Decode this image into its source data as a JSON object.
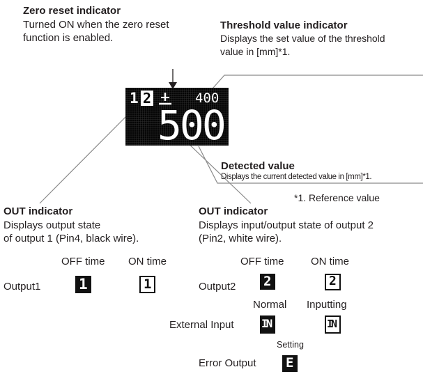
{
  "zero_reset": {
    "title": "Zero reset indicator",
    "desc_line1": "Turned ON when the zero reset",
    "desc_line2": "function is enabled."
  },
  "threshold": {
    "title": "Threshold value indicator",
    "desc_line1": "Displays the set value of the threshold",
    "desc_line2": "value in [mm]*1."
  },
  "display": {
    "out1_digit": "1",
    "out2_digit": "2",
    "threshold_value": "400",
    "detected_value": "500"
  },
  "detected": {
    "title": "Detected value",
    "desc": "Displays the current detected value in [mm]*1."
  },
  "reference_note": "*1. Reference value",
  "out1": {
    "title": "OUT indicator",
    "desc_line1": "Displays output state",
    "desc_line2": "of output 1 (Pin4, black wire)."
  },
  "out2": {
    "title": "OUT indicator",
    "desc_line1": "Displays input/output state of output 2",
    "desc_line2": "(Pin2, white wire)."
  },
  "legend": {
    "off_time": "OFF time",
    "on_time": "ON time",
    "normal": "Normal",
    "inputting": "Inputting",
    "setting": "Setting",
    "output1": "Output1",
    "output2": "Output2",
    "external_input": "External Input",
    "error_output": "Error Output",
    "icon_1": "1",
    "icon_2": "2",
    "icon_in": "IN",
    "icon_e": "E"
  },
  "colors": {
    "display_bg": "#050505",
    "leader_line": "#8a8a8a",
    "text": "#231f20"
  }
}
